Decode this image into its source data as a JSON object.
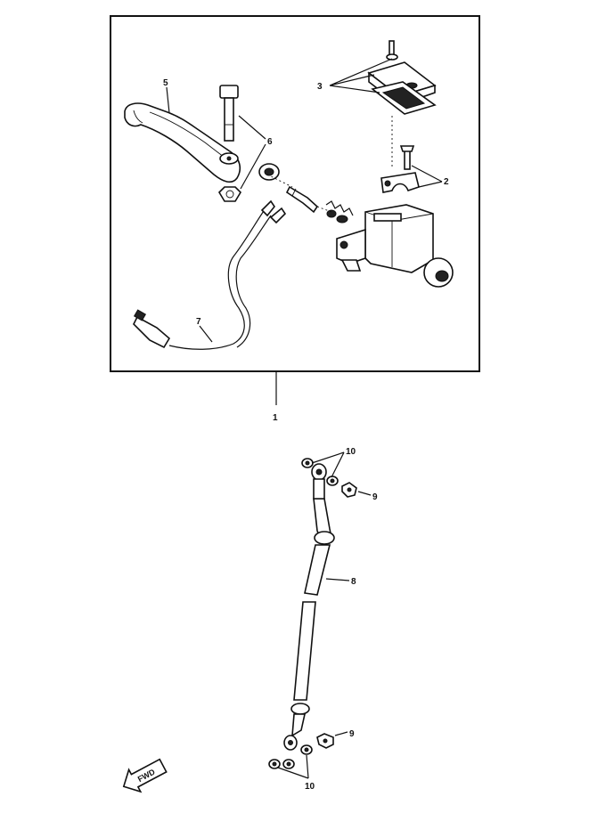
{
  "callouts": {
    "c1": "1",
    "c2": "2",
    "c3": "3",
    "c5": "5",
    "c6": "6",
    "c7": "7",
    "c8": "8",
    "c9_top": "9",
    "c9_bottom": "9",
    "c10_top": "10",
    "c10_bottom": "10"
  },
  "fwd_arrow": {
    "label": "FWD"
  },
  "colors": {
    "ink": "#111111",
    "paper": "#ffffff"
  }
}
